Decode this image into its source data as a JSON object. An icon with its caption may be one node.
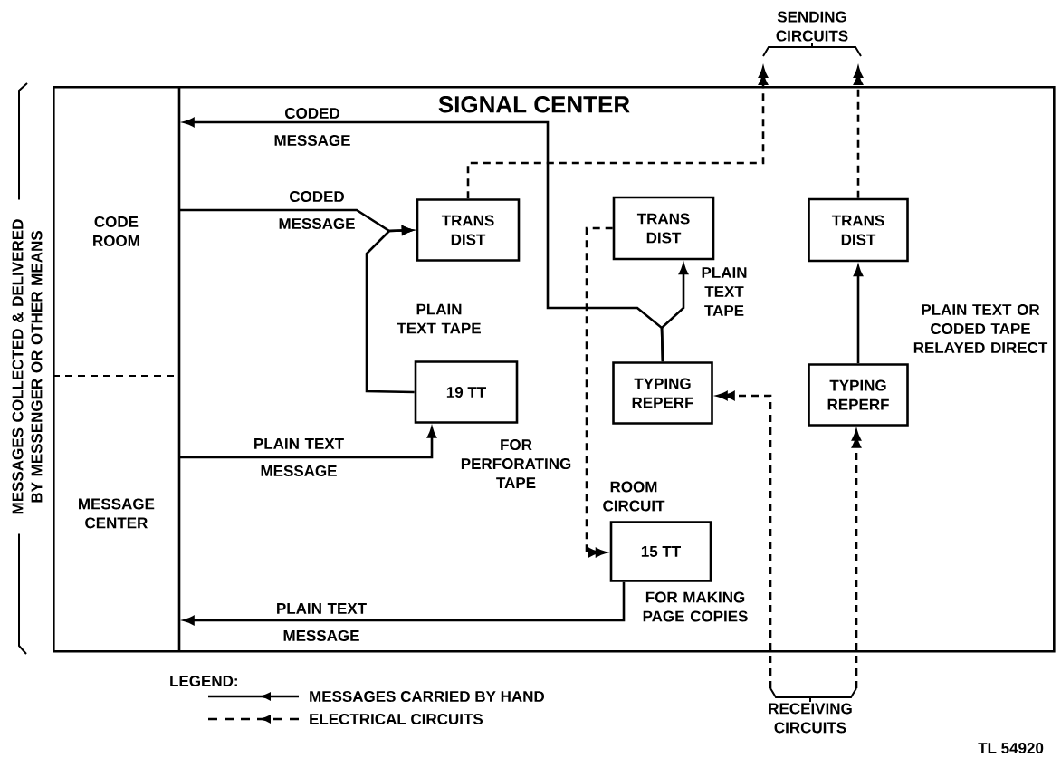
{
  "diagram": {
    "nodes": [
      {
        "text": [
          "SIGNAL CENTER"
        ]
      },
      {
        "text": [
          "CODE ROOM"
        ],
        "in": 0
      },
      {
        "text": [
          "MESSAGE CENTER"
        ],
        "in": 0
      },
      {
        "text": [
          "TRANS DIST"
        ],
        "in": 0
      },
      {
        "text": [
          "TRANS DIST"
        ],
        "in": 0
      },
      {
        "text": [
          "TRANS DIST"
        ],
        "in": 0
      },
      {
        "text": [
          "19 TT"
        ],
        "in": 0,
        "beside": [
          "FOR PERFORATING TAPE"
        ]
      },
      {
        "text": [
          "TYPING REPERF"
        ],
        "in": 0
      },
      {
        "text": [
          "TYPING REPERF"
        ],
        "in": 0
      },
      {
        "text": [
          "15 TT"
        ],
        "in": 0,
        "beside": [
          "FOR MAKING PAGE COPIES"
        ]
      },
      {
        "text": [
          "SENDING CIRCUITS"
        ]
      },
      {
        "text": [
          "RECEIVING CIRCUITS"
        ]
      }
    ],
    "edges": [
      {
        "from": 7,
        "to": 1,
        "arrow": "to",
        "label": "CODED MESSAGE"
      },
      {
        "from": 7,
        "to": 4,
        "arrow": "to",
        "label": "PLAIN TEXT TAPE"
      },
      {
        "from": 1,
        "to": 3,
        "arrow": "to",
        "label": "CODED MESSAGE"
      },
      {
        "from": 6,
        "to": 3,
        "arrow": "to",
        "label": "PLAIN TEXT TAPE"
      },
      {
        "from": 2,
        "to": 6,
        "arrow": "to",
        "label": "PLAIN TEXT MESSAGE"
      },
      {
        "from": 9,
        "to": 2,
        "arrow": "to",
        "label": "PLAIN TEXT MESSAGE"
      },
      {
        "from": 4,
        "to": 9,
        "arrow": "to",
        "label": "ROOM CIRCUIT",
        "style": "dashed"
      },
      {
        "from": 3,
        "to": 10,
        "arrow": "to",
        "style": "dashed"
      },
      {
        "from": 5,
        "to": 10,
        "arrow": "to",
        "style": "dashed"
      },
      {
        "from": 11,
        "to": 7,
        "arrow": "to",
        "style": "dashed"
      },
      {
        "from": 11,
        "to": 8,
        "arrow": "to",
        "style": "dashed"
      },
      {
        "from": 8,
        "to": 5,
        "arrow": "to",
        "label": "PLAIN TEXT OR CODED TAPE RELAYED DIRECT"
      }
    ],
    "labels": [
      "MESSAGES COLLECTED & DELIVERED BY MESSENGER OR OTHER MEANS",
      "LEGEND:",
      "TL 54920"
    ],
    "legend": [
      {
        "text": "MESSAGES CARRIED BY HAND"
      },
      {
        "text": "ELECTRICAL CIRCUITS"
      }
    ]
  }
}
